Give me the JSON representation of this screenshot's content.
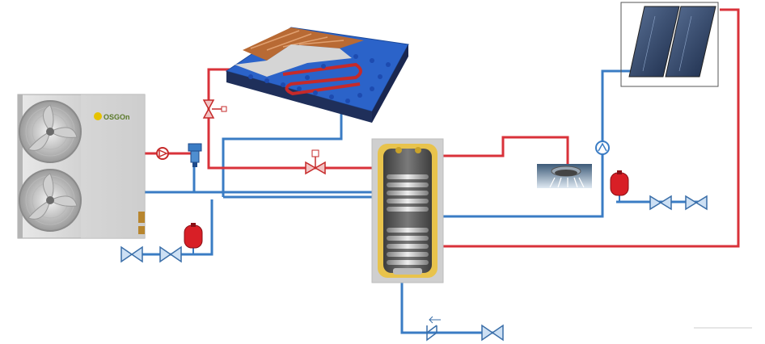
{
  "diagram": {
    "heat_pump": {
      "brand": "OSGOn",
      "icon": "heat-pump-outdoor-unit-icon"
    },
    "components": [
      {
        "name": "solar-collector",
        "icon": "solar-panel-icon"
      },
      {
        "name": "underfloor-heating",
        "icon": "underfloor-heating-cutaway-icon"
      },
      {
        "name": "hot-water-storage-tank",
        "icon": "dual-coil-cylinder-icon"
      },
      {
        "name": "shower",
        "icon": "shower-head-icon"
      },
      {
        "name": "circulation-pumps",
        "icon": "pump-icon"
      },
      {
        "name": "expansion-vessels",
        "icon": "expansion-vessel-icon"
      },
      {
        "name": "valves",
        "icon": "valve-icon"
      },
      {
        "name": "check-valve",
        "icon": "check-valve-icon"
      }
    ],
    "colors": {
      "hot_pipe": "#d9323a",
      "cold_pipe": "#3a7cc4",
      "valve_fill": "#cde0f4",
      "valve_stroke": "#3a6ea8",
      "vessel_red": "#d81f26",
      "tank_bg": "#cfcfcf",
      "floor_blue": "#2b63c9"
    }
  }
}
